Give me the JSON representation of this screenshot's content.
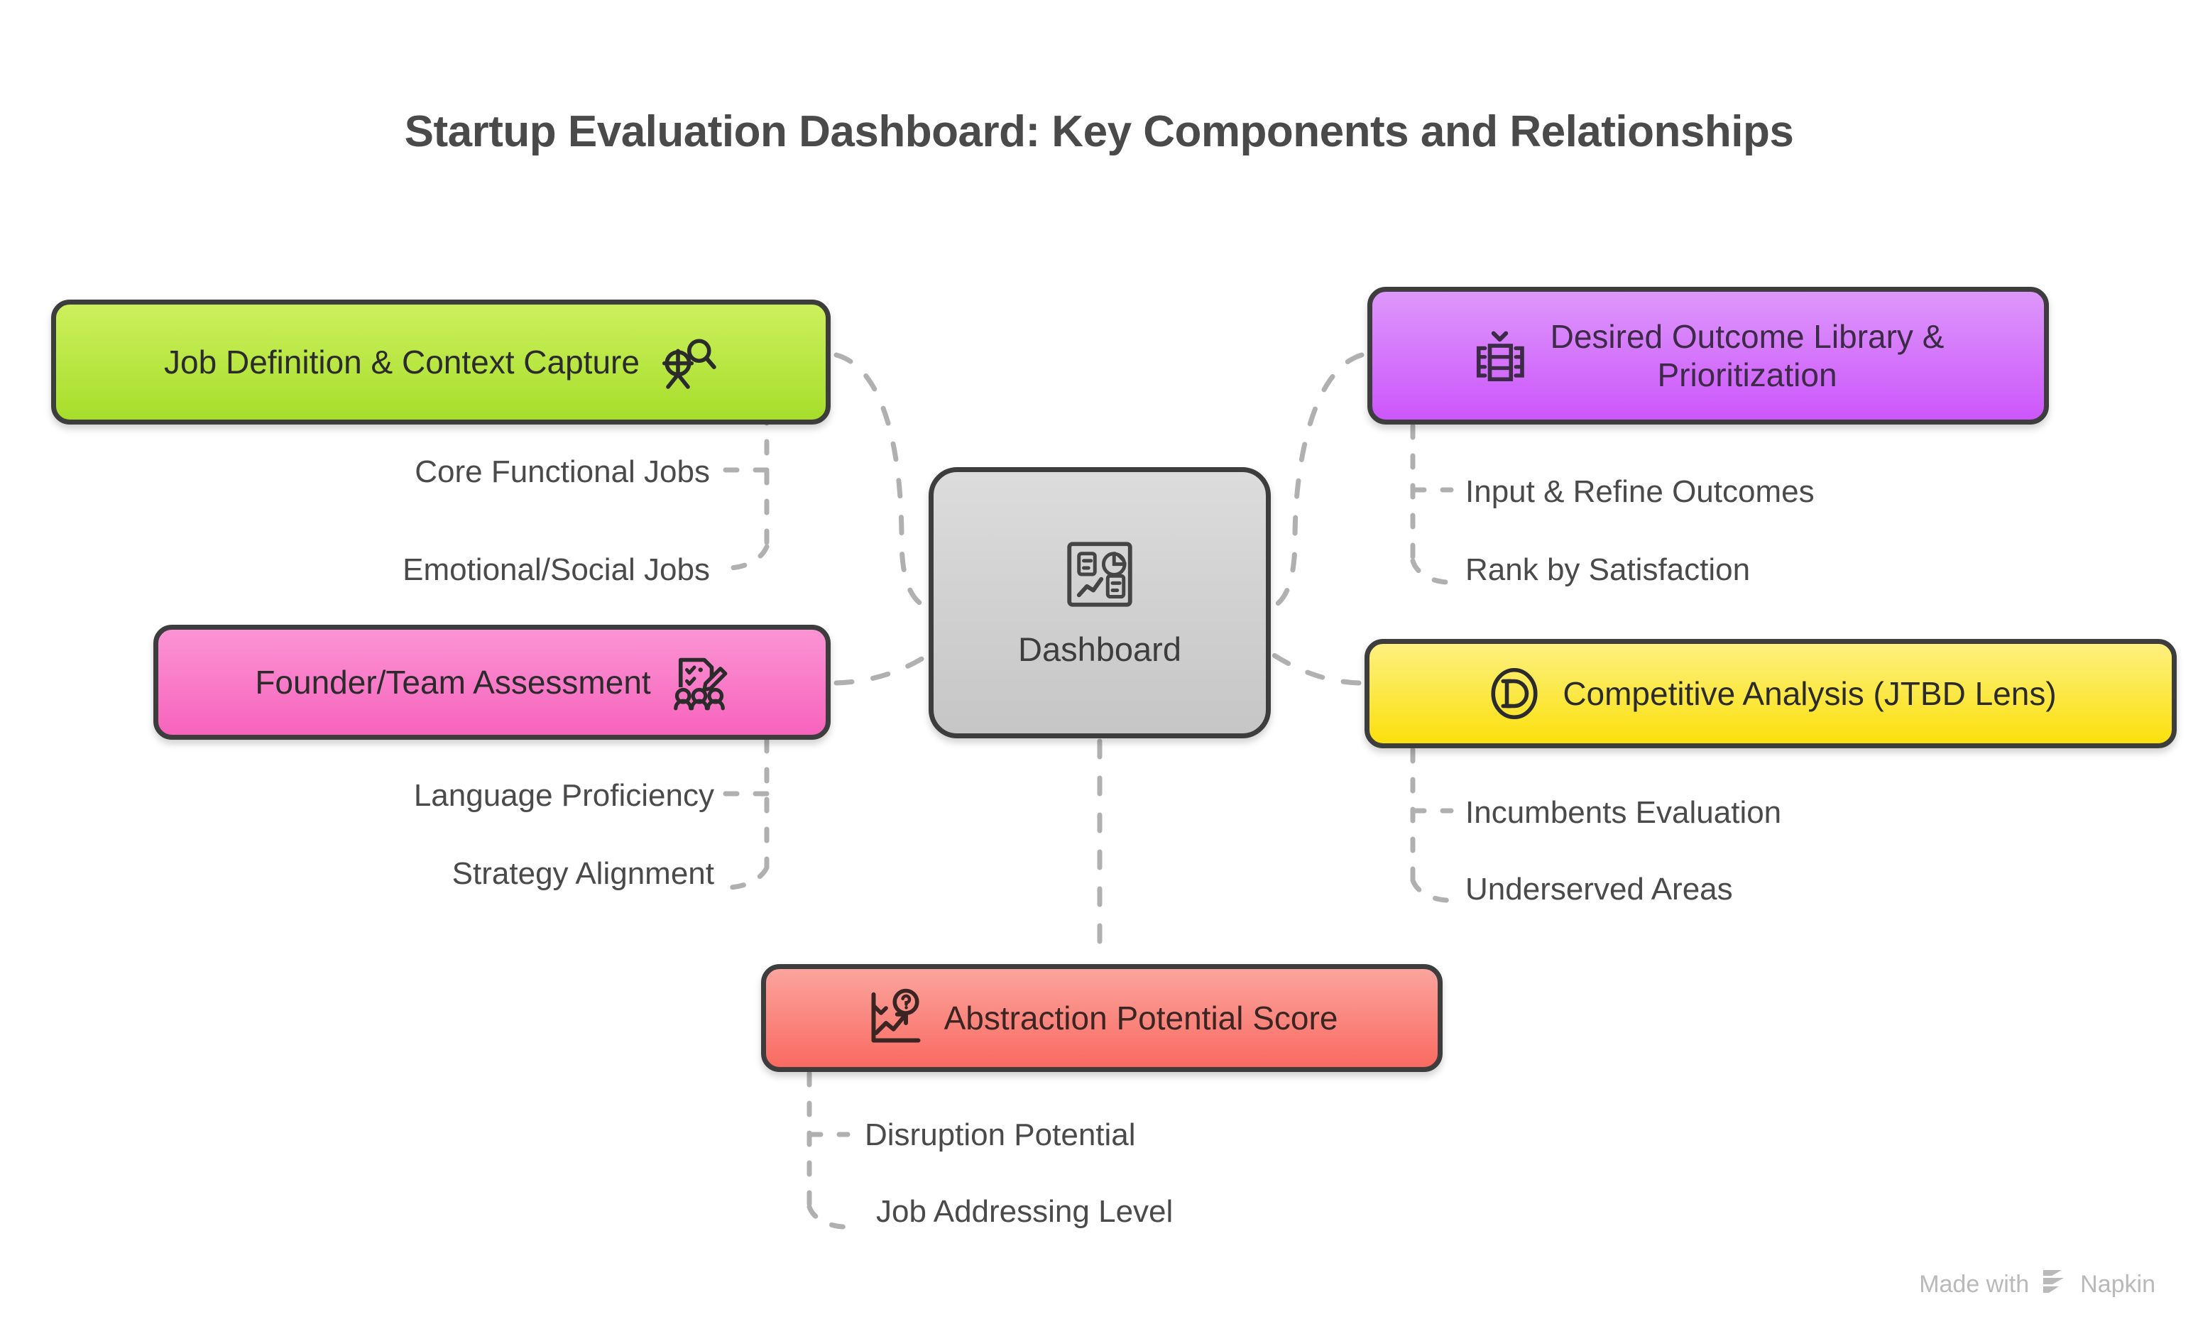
{
  "title": "Startup Evaluation Dashboard: Key Components and Relationships",
  "center": {
    "label": "Dashboard",
    "icon": "dashboard-charts-icon",
    "color": "#c6c6c6"
  },
  "nodes": [
    {
      "id": "job",
      "label": "Job Definition & Context Capture",
      "icon": "person-search-icon",
      "color": "#a6de2b",
      "sub_items": [
        "Core Functional Jobs",
        "Emotional/Social Jobs"
      ]
    },
    {
      "id": "outcome",
      "label": "Desired Outcome Library &\nPrioritization",
      "icon": "ranked-list-check-icon",
      "color": "#cc56fb",
      "sub_items": [
        "Input & Refine Outcomes",
        "Rank by Satisfaction"
      ]
    },
    {
      "id": "founder",
      "label": "Founder/Team Assessment",
      "icon": "checklist-people-icon",
      "color": "#f763bd",
      "sub_items": [
        "Language Proficiency",
        "Strategy Alignment"
      ]
    },
    {
      "id": "compet",
      "label": "Competitive Analysis (JTBD Lens)",
      "icon": "circled-d-icon",
      "color": "#fbe00d",
      "sub_items": [
        "Incumbents Evaluation",
        "Underserved Areas"
      ]
    },
    {
      "id": "abstract",
      "label": "Abstraction Potential Score",
      "icon": "chart-question-icon",
      "color": "#fa6a61",
      "sub_items": [
        "Disruption Potential",
        "Job Addressing Level"
      ]
    }
  ],
  "sub_labels": {
    "job_1": "Core Functional Jobs",
    "job_2": "Emotional/Social Jobs",
    "outcome_1": "Input & Refine Outcomes",
    "outcome_2": "Rank by Satisfaction",
    "founder_1": "Language Proficiency",
    "founder_2": "Strategy Alignment",
    "compet_1": "Incumbents Evaluation",
    "compet_2": "Underserved Areas",
    "abstract_1": "Disruption Potential",
    "abstract_2": "Job Addressing Level"
  },
  "footer": {
    "made_with": "Made with",
    "brand": "Napkin",
    "logo": "napkin-logo-icon"
  },
  "theme": {
    "background": "#ffffff",
    "text": "#4a4a4a",
    "node_border": "#3d3d3d",
    "connector": "#b0b0b0"
  }
}
